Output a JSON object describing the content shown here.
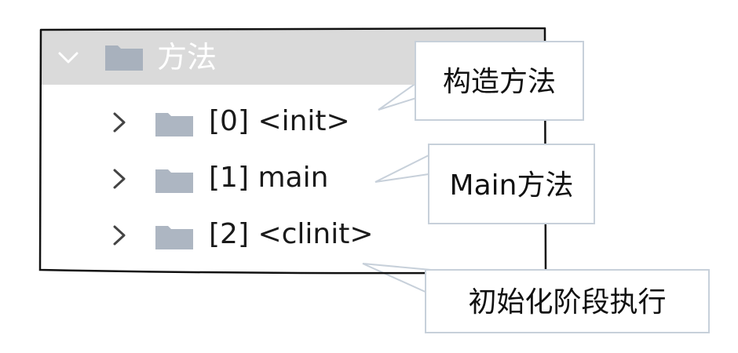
{
  "tree": {
    "header_label": "方法",
    "items": [
      {
        "label": "[0] <init>"
      },
      {
        "label": "[1] main"
      },
      {
        "label": "[2] <clinit>"
      }
    ]
  },
  "callouts": [
    {
      "text": "构造方法"
    },
    {
      "text": "Main方法"
    },
    {
      "text": "初始化阶段执行"
    }
  ],
  "icons": {
    "header_chevron": "chevron-down-icon",
    "item_chevron": "chevron-right-icon",
    "folder": "folder-icon"
  },
  "colors": {
    "header_bg": "#dadada",
    "folder": "#adb6c2",
    "folder_header": "#a8b1bd",
    "chevron": "#444444",
    "callout_border": "#c7d0da",
    "frame_border": "#111111"
  }
}
